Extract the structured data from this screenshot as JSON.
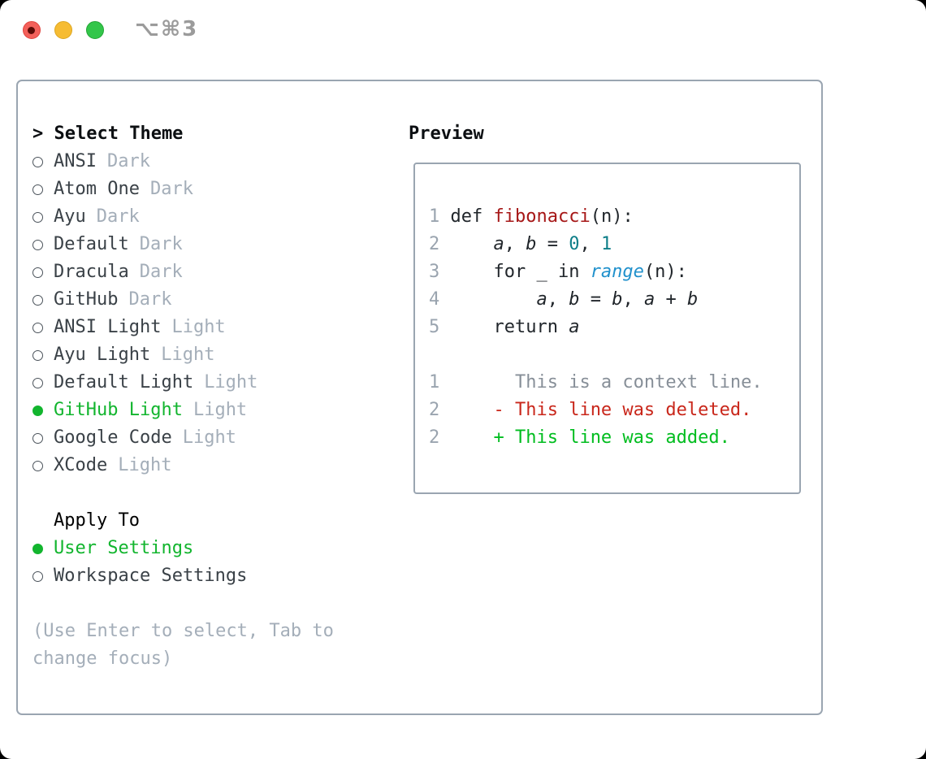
{
  "window": {
    "title": "⌥⌘3",
    "traffic_lights": [
      {
        "name": "close-button",
        "color": "#f3605a"
      },
      {
        "name": "minimize-button",
        "color": "#f6bc33"
      },
      {
        "name": "zoom-button",
        "color": "#33c64a"
      }
    ]
  },
  "theme_panel": {
    "header": "> Select Theme",
    "themes": [
      {
        "label": "ANSI",
        "variant": "Dark",
        "selected": false
      },
      {
        "label": "Atom One",
        "variant": "Dark",
        "selected": false
      },
      {
        "label": "Ayu",
        "variant": "Dark",
        "selected": false
      },
      {
        "label": "Default",
        "variant": "Dark",
        "selected": false
      },
      {
        "label": "Dracula",
        "variant": "Dark",
        "selected": false
      },
      {
        "label": "GitHub",
        "variant": "Dark",
        "selected": false
      },
      {
        "label": "ANSI Light",
        "variant": "Light",
        "selected": false
      },
      {
        "label": "Ayu Light",
        "variant": "Light",
        "selected": false
      },
      {
        "label": "Default Light",
        "variant": "Light",
        "selected": false
      },
      {
        "label": "GitHub Light",
        "variant": "Light",
        "selected": true
      },
      {
        "label": "Google Code",
        "variant": "Light",
        "selected": false
      },
      {
        "label": "XCode",
        "variant": "Light",
        "selected": false
      }
    ],
    "apply_header": "Apply To",
    "apply_options": [
      {
        "label": "User Settings",
        "selected": true
      },
      {
        "label": "Workspace Settings",
        "selected": false
      }
    ],
    "help_text": "(Use Enter to select, Tab to change focus)"
  },
  "preview": {
    "header": "Preview",
    "code_lines": [
      [
        {
          "t": "1",
          "c": "ln"
        },
        {
          "t": " def ",
          "c": "pl"
        },
        {
          "t": "fibonacci",
          "c": "fn"
        },
        {
          "t": "(n):",
          "c": "pl"
        }
      ],
      [
        {
          "t": "2",
          "c": "ln"
        },
        {
          "t": "     ",
          "c": "pl"
        },
        {
          "t": "a",
          "c": "var"
        },
        {
          "t": ", ",
          "c": "pl"
        },
        {
          "t": "b",
          "c": "var"
        },
        {
          "t": " = ",
          "c": "pl"
        },
        {
          "t": "0",
          "c": "num"
        },
        {
          "t": ", ",
          "c": "pl"
        },
        {
          "t": "1",
          "c": "num"
        }
      ],
      [
        {
          "t": "3",
          "c": "ln"
        },
        {
          "t": "     for _ in ",
          "c": "pl"
        },
        {
          "t": "range",
          "c": "call"
        },
        {
          "t": "(n):",
          "c": "pl"
        }
      ],
      [
        {
          "t": "4",
          "c": "ln"
        },
        {
          "t": "         ",
          "c": "pl"
        },
        {
          "t": "a",
          "c": "var"
        },
        {
          "t": ", ",
          "c": "pl"
        },
        {
          "t": "b",
          "c": "var"
        },
        {
          "t": " = ",
          "c": "pl"
        },
        {
          "t": "b",
          "c": "var"
        },
        {
          "t": ", ",
          "c": "pl"
        },
        {
          "t": "a",
          "c": "var"
        },
        {
          "t": " + ",
          "c": "pl"
        },
        {
          "t": "b",
          "c": "var"
        }
      ],
      [
        {
          "t": "5",
          "c": "ln"
        },
        {
          "t": "     return ",
          "c": "pl"
        },
        {
          "t": "a",
          "c": "var"
        }
      ],
      [],
      [
        {
          "t": "1",
          "c": "ln"
        },
        {
          "t": "       ",
          "c": "pl"
        },
        {
          "t": "This is a context line.",
          "c": "ctx"
        }
      ],
      [
        {
          "t": "2",
          "c": "ln"
        },
        {
          "t": "     ",
          "c": "pl"
        },
        {
          "t": "- This line was deleted.",
          "c": "del"
        }
      ],
      [
        {
          "t": "2",
          "c": "ln"
        },
        {
          "t": "     ",
          "c": "pl"
        },
        {
          "t": "+ This line was added.",
          "c": "add"
        }
      ]
    ]
  },
  "colors": {
    "selected_green": "#12b52e",
    "diff_added_green": "#00bd1f",
    "diff_deleted_red": "#c9271b",
    "code_function_red": "#a61717",
    "code_number_teal": "#0d7e88",
    "code_call_blue": "#2191cc",
    "muted_gray": "#a4aeb9",
    "panel_border": "#9aa5b1"
  }
}
